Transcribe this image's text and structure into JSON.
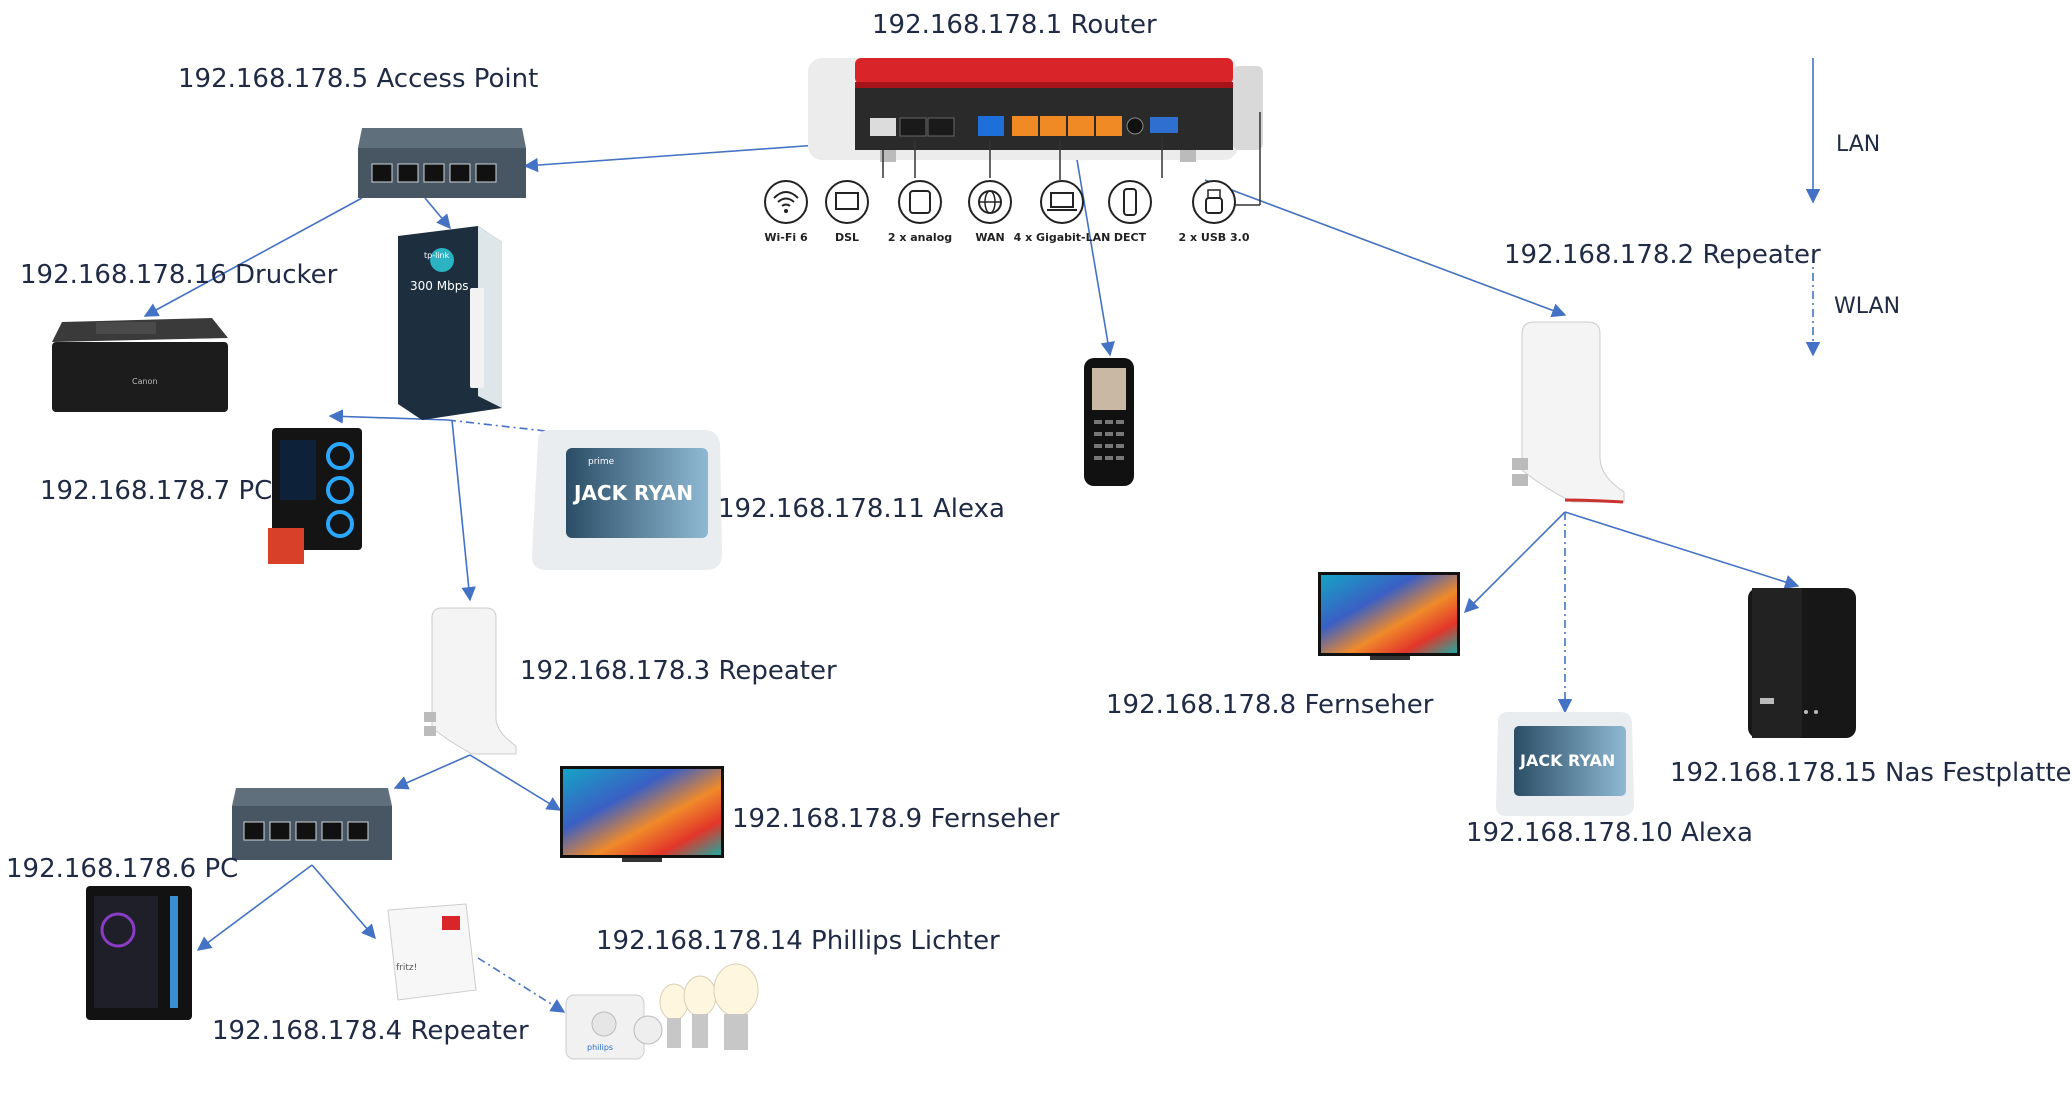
{
  "legend": {
    "lan": "LAN",
    "wlan": "WLAN"
  },
  "router": {
    "label": "192.168.178.1 Router",
    "ports": [
      "Wi-Fi 6",
      "DSL",
      "2 x analog",
      "WAN",
      "4 x Gigabit-LAN",
      "DECT",
      "2 x USB 3.0"
    ]
  },
  "devices": {
    "access_point": "192.168.178.5 Access Point",
    "drucker": "192.168.178.16 Drucker",
    "pc7": "192.168.178.7 PC",
    "alexa11": "192.168.178.11 Alexa",
    "repeater3": "192.168.178.3 Repeater",
    "fernseher9": "192.168.178.9 Fernseher",
    "pc6": "192.168.178.6 PC",
    "lichter14": "192.168.178.14 Phillips Lichter",
    "repeater4": "192.168.178.4 Repeater",
    "repeater2": "192.168.178.2 Repeater",
    "fernseher8": "192.168.178.8 Fernseher",
    "alexa10": "192.168.178.10 Alexa",
    "nas15": "192.168.178.15 Nas Festplatte"
  },
  "product_text": {
    "extender_brand": "tp-link",
    "extender_speed": "300 Mbps",
    "alexa_prime": "prime",
    "alexa_show": "JACK RYAN",
    "printer_brand": "Canon",
    "philips_brand": "philips",
    "fritz_brand": "fritz!"
  },
  "colors": {
    "connector": "#4472c4",
    "label": "#1f2a44",
    "router_red": "#d9252a"
  }
}
